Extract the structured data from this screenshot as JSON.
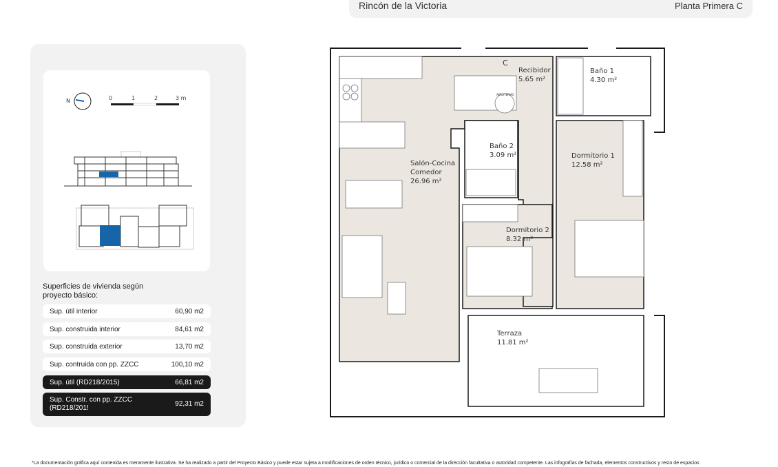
{
  "header": {
    "location": "Rincón de la Victoria",
    "unit": "Planta Primera C"
  },
  "legend": {
    "north": "N",
    "scale_ticks": [
      "0",
      "1",
      "2",
      "3 m"
    ]
  },
  "areas": {
    "title": "Superficies de vivienda según proyecto básico:",
    "rows": [
      {
        "label": "Sup. útil interior",
        "value": "60,90 m2"
      },
      {
        "label": "Sup. construida interior",
        "value": "84,61 m2"
      },
      {
        "label": "Sup. construida exterior",
        "value": "13,70 m2"
      },
      {
        "label": "Sup. contruida con pp. ZZCC",
        "value": "100,10 m2"
      },
      {
        "label": "Sup. útil (RD218/2015)",
        "value": "66,81 m2"
      },
      {
        "label": "Sup. Constr. con pp. ZZCC (RD218/201!",
        "value": "92,31 m2"
      }
    ]
  },
  "plan": {
    "entrance": "C",
    "rooms": [
      {
        "name": "Recibidor",
        "area": "5.65 m²"
      },
      {
        "name": "Baño 1",
        "area": "4.30 m²"
      },
      {
        "name": "Baño 2",
        "area": "3.09 m²"
      },
      {
        "name": "Salón-Cocina",
        "name2": "Comedor",
        "area": "26.96 m²"
      },
      {
        "name": "Dormitorio 1",
        "area": "12.58 m²"
      },
      {
        "name": "Dormitorio 2",
        "area": "8.32 m²"
      },
      {
        "name": "Terraza",
        "area": "11.81 m²"
      }
    ],
    "appliance": "AEROTERMO"
  },
  "colors": {
    "highlight": "#1565a8",
    "floor": "#ebe6df",
    "dark": "#1a1a1a"
  },
  "footer": "*La documentación gráfica aquí contenida es meramente ilustrativa. Se ha realizado a partir del Proyecto Básico y puede estar sujeta a modificaciones de orden técnico, jurídico o comercial de la dirección facultativa o autoridad competente. Las infografías de fachada, elementos constructivos y resto de espacios"
}
